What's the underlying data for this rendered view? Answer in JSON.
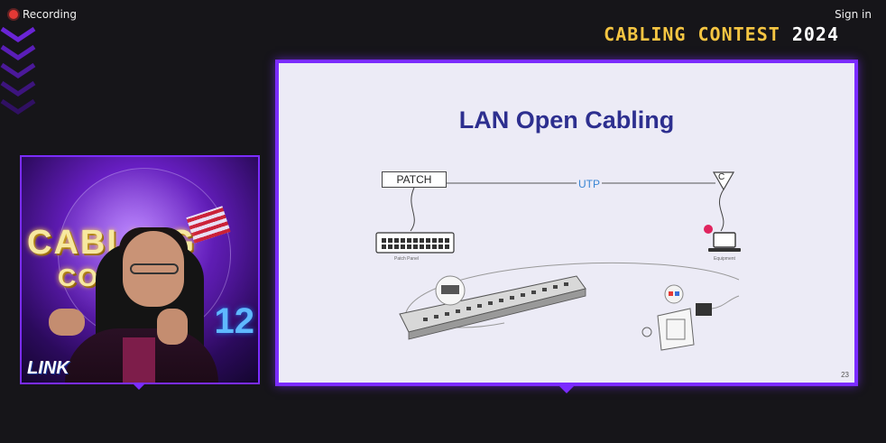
{
  "topbar": {
    "recording_label": "Recording",
    "signin_label": "Sign in"
  },
  "event": {
    "title_part1": "CABLING CONTEST",
    "title_part2": "2024"
  },
  "camera": {
    "overlay_line1": "CABLING",
    "overlay_line2": "CONTEST",
    "overlay_number": "12",
    "logo_text": "LINK"
  },
  "slide": {
    "title": "LAN Open Cabling",
    "patch_label": "PATCH",
    "utp_label": "UTP",
    "outlet_label": "C",
    "panel_caption": "Patch Panel",
    "laptop_caption": "Equipment",
    "page_number": "23"
  },
  "colors": {
    "background": "#161519",
    "accent_purple": "#7b2cff",
    "contest_gold": "#f5c542",
    "slide_title": "#2d2f8f",
    "utp_blue": "#3a86d4",
    "record_red": "#e53935"
  }
}
